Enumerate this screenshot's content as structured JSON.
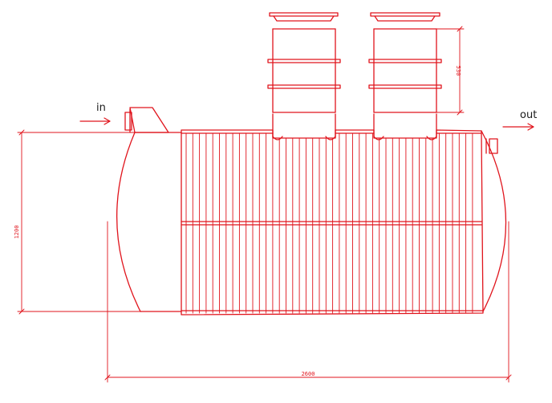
{
  "diagram": {
    "line_color": "#e0141c",
    "text_color": "#1a1a1a",
    "background": "#ffffff",
    "labels": {
      "inlet": "in",
      "outlet": "out"
    },
    "dimensions": {
      "height": "1200",
      "length": "2600",
      "riser_height": "530"
    },
    "icons": [
      "inlet-arrow-icon",
      "outlet-arrow-icon"
    ]
  }
}
